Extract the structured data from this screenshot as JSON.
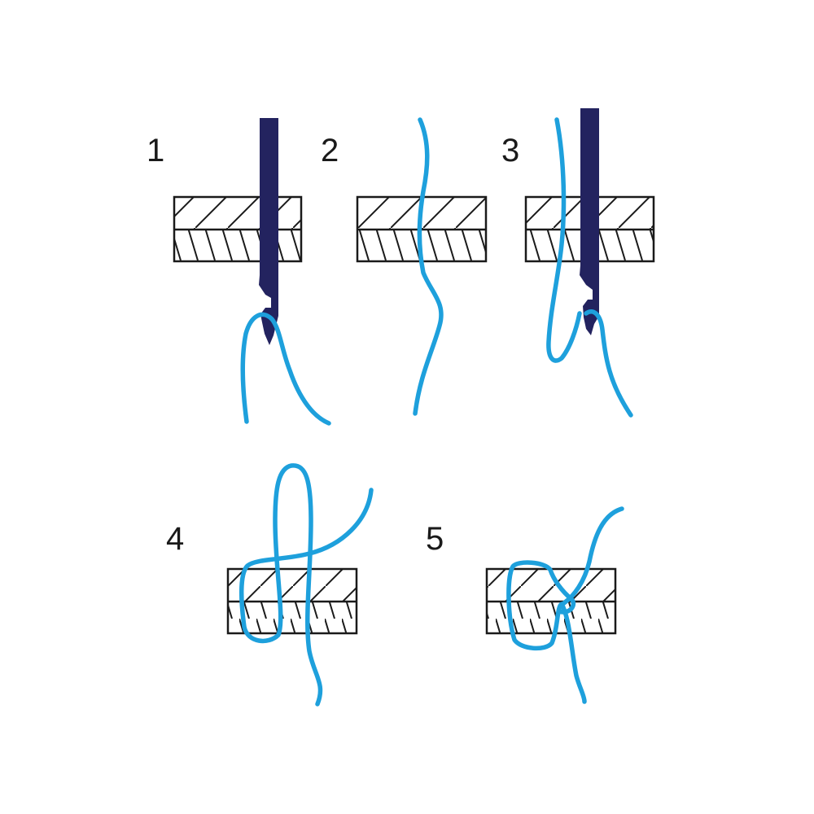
{
  "colors": {
    "thread": "#1ea0dc",
    "needle": "#23235f",
    "outline": "#1a1a1a",
    "background": "#ffffff"
  },
  "steps": [
    {
      "number": "1"
    },
    {
      "number": "2"
    },
    {
      "number": "3"
    },
    {
      "number": "4"
    },
    {
      "number": "5"
    }
  ]
}
